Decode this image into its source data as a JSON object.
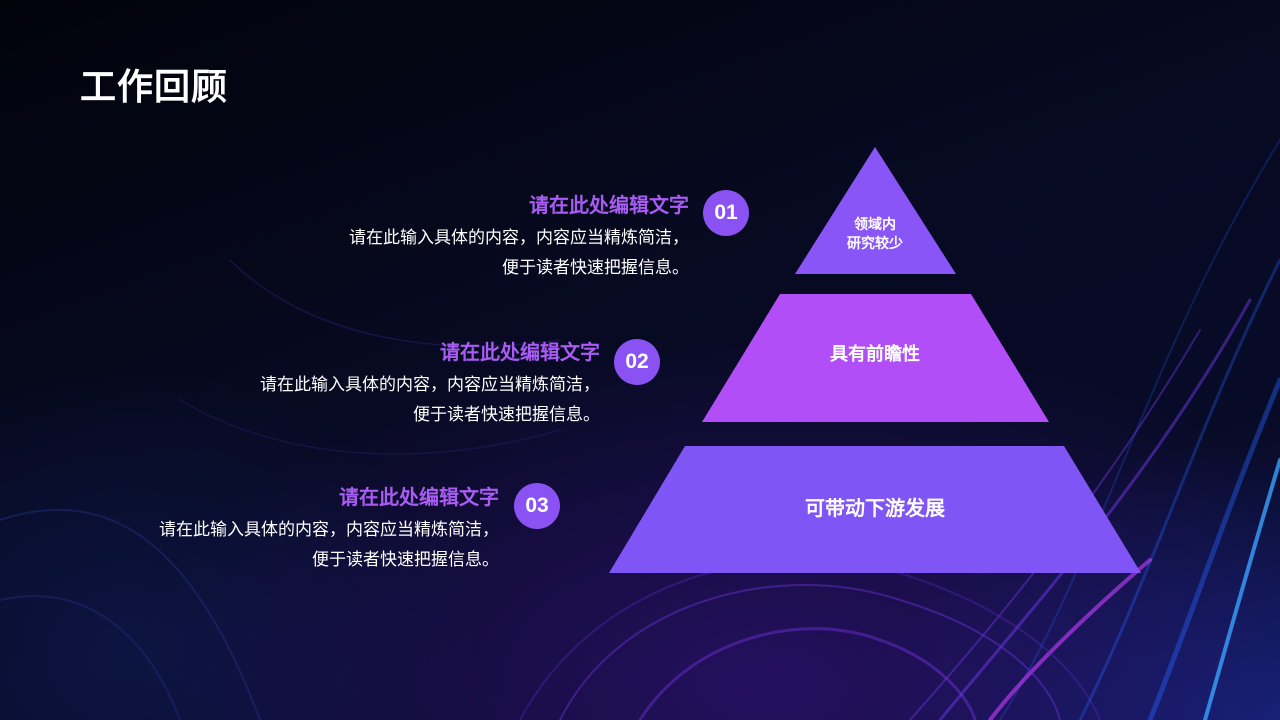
{
  "title": "工作回顾",
  "items": [
    {
      "number": "01",
      "heading": "请在此处编辑文字",
      "line1": "请在此输入具体的内容，内容应当精炼简洁，",
      "line2": "便于读者快速把握信息。"
    },
    {
      "number": "02",
      "heading": "请在此处编辑文字",
      "line1": "请在此输入具体的内容，内容应当精炼简洁，",
      "line2": "便于读者快速把握信息。"
    },
    {
      "number": "03",
      "heading": "请在此处编辑文字",
      "line1": "请在此输入具体的内容，内容应当精炼简洁，",
      "line2": "便于读者快速把握信息。"
    }
  ],
  "pyramid": {
    "top_line1": "领域内",
    "top_line2": "研究较少",
    "middle": "具有前瞻性",
    "bottom": "可带动下游发展"
  },
  "colors": {
    "accent_purple": "#a95cf3",
    "badge": "#8a52f2",
    "tier_top": "#8a55f6",
    "tier_middle": "#b24ef8",
    "tier_bottom": "#8055f6"
  }
}
